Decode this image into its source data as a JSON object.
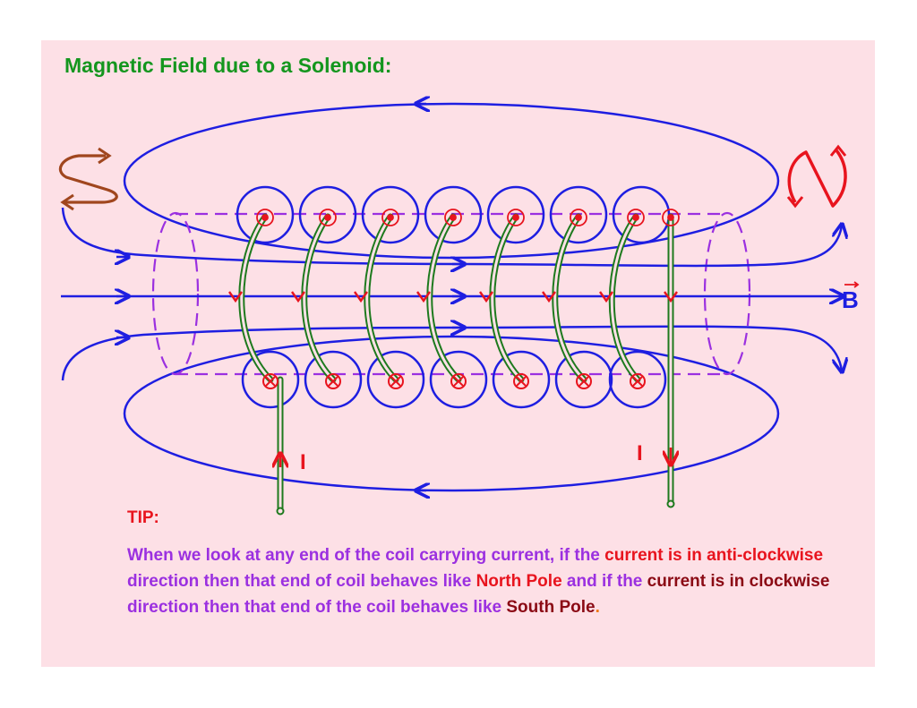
{
  "title": "Magnetic Field due to a Solenoid:",
  "field_label": "B",
  "current_label_left": "I",
  "current_label_right": "I",
  "tip": {
    "heading": "TIP:",
    "seg1": "When we look at any end of the coil carrying current, if the ",
    "seg2": "current is in anti-clockwise",
    "seg3": " direction then that end of coil behaves like ",
    "seg4": "North Pole",
    "seg5": " and if the ",
    "seg6": "current is in clockwise",
    "seg7": " direction then that end of the coil behaves like ",
    "seg8": "South Pole",
    "seg9": "."
  },
  "colors": {
    "background": "#fde0e6",
    "field_lines": "#1e1ee1",
    "coil": "#1e7a1e",
    "current": "#e8141e",
    "cylinder_outline": "#9b30e0",
    "south_symbol": "#a0461e",
    "north_symbol": "#e8141e"
  }
}
